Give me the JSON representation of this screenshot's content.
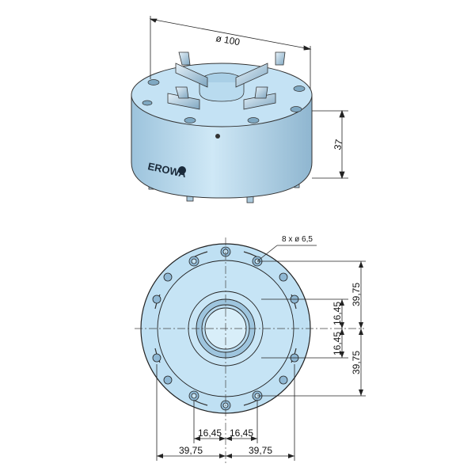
{
  "iso_view": {
    "brand_text": "EROWA",
    "diameter_label": "ø 100",
    "height_label": "37"
  },
  "plan_view": {
    "hole_callout": "8 x ø 6,5",
    "dim_right_top": "39,75",
    "dim_right_inner_top": "16,45",
    "dim_right_inner_bottom": "16,45",
    "dim_right_bottom": "39,75",
    "dim_bottom_inner_left": "16,45",
    "dim_bottom_inner_right": "16,45",
    "dim_bottom_outer_left": "39,75",
    "dim_bottom_outer_right": "39,75"
  },
  "colors": {
    "body_fill": "#bfe0f3",
    "body_dark": "#8fb8d4",
    "line": "#222222"
  }
}
